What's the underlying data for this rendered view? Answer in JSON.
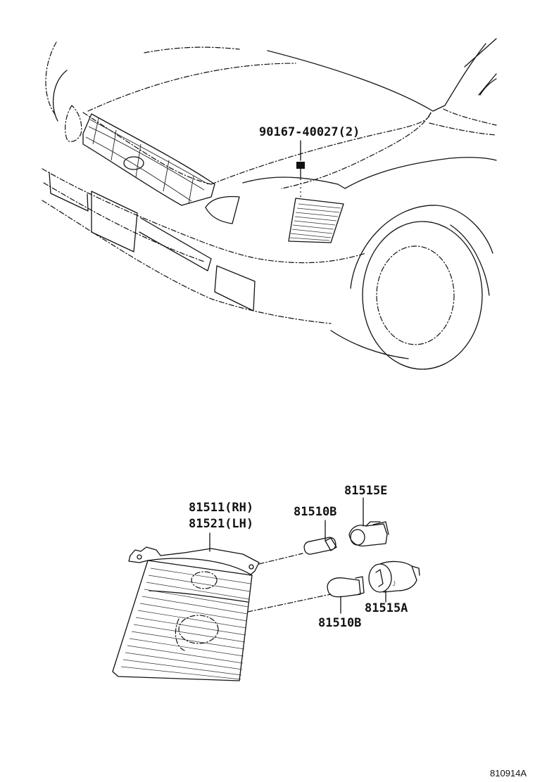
{
  "callouts": {
    "bolt": "90167-40027(2)",
    "lamp_rh": "81511(RH)",
    "lamp_lh": "81521(LH)",
    "bulb_upper": "81510B",
    "socket_upper": "81515E",
    "socket_lower": "81515A",
    "bulb_lower": "81510B"
  },
  "diagram_id": "810914A"
}
